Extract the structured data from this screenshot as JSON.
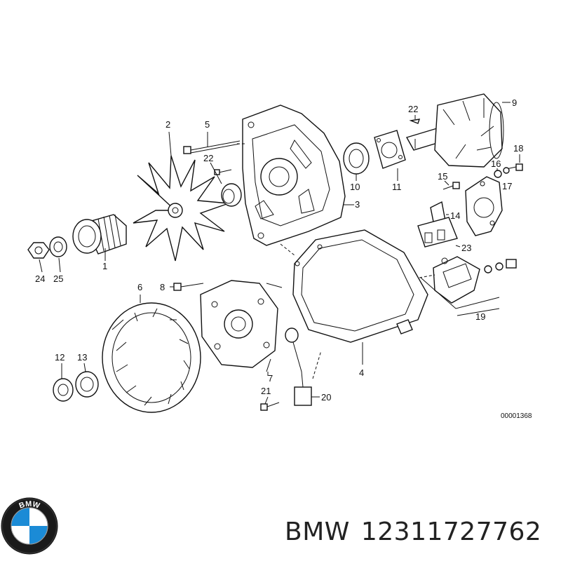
{
  "diagram": {
    "id_code": "00001368",
    "callouts": [
      "1",
      "2",
      "3",
      "4",
      "5",
      "6",
      "7",
      "8",
      "9",
      "10",
      "11",
      "12",
      "13",
      "14",
      "15",
      "16",
      "17",
      "18",
      "19",
      "20",
      "21",
      "22",
      "22",
      "23",
      "24",
      "25"
    ]
  },
  "footer": {
    "brand": "BMW",
    "part_number": "12311727762",
    "logo_text": "BMW"
  },
  "colors": {
    "logo_blue": "#1b8bd6",
    "logo_dark": "#111111",
    "line": "#111111"
  }
}
